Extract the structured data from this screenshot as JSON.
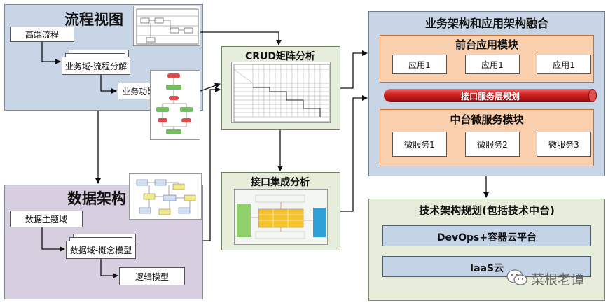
{
  "process_view": {
    "title": "流程视图",
    "high_level": "高端流程",
    "domain_decomp": "业务域-流程分解",
    "function_epc": "业务功能-EPC"
  },
  "data_arch": {
    "title": "数据架构",
    "subject_domain": "数据主题域",
    "concept_model": "数据域-概念模型",
    "logic_model": "逻辑模型"
  },
  "crud": {
    "title": "CRUD矩阵分析"
  },
  "interface_analysis": {
    "title": "接口集成分析"
  },
  "fusion": {
    "title": "业务架构和应用架构融合",
    "front": {
      "title": "前台应用模块",
      "apps": [
        "应用1",
        "应用1",
        "应用1"
      ]
    },
    "service_layer": "接口服务层规划",
    "middle": {
      "title": "中台微服务模块",
      "services": [
        "微服务1",
        "微服务2",
        "微服务3"
      ]
    }
  },
  "tech": {
    "title": "技术架构规划(包括技术中台)",
    "devops": "DevOps+容器云平台",
    "iaas": "IaaS云"
  },
  "watermark": {
    "text": "菜根老谭"
  },
  "colors": {
    "process_bg": "#c8d5e6",
    "data_bg": "#d7cfe0",
    "analysis_bg": "#e6eedb",
    "module_bg": "#f9cfae",
    "service_bar": "#c8161d"
  }
}
